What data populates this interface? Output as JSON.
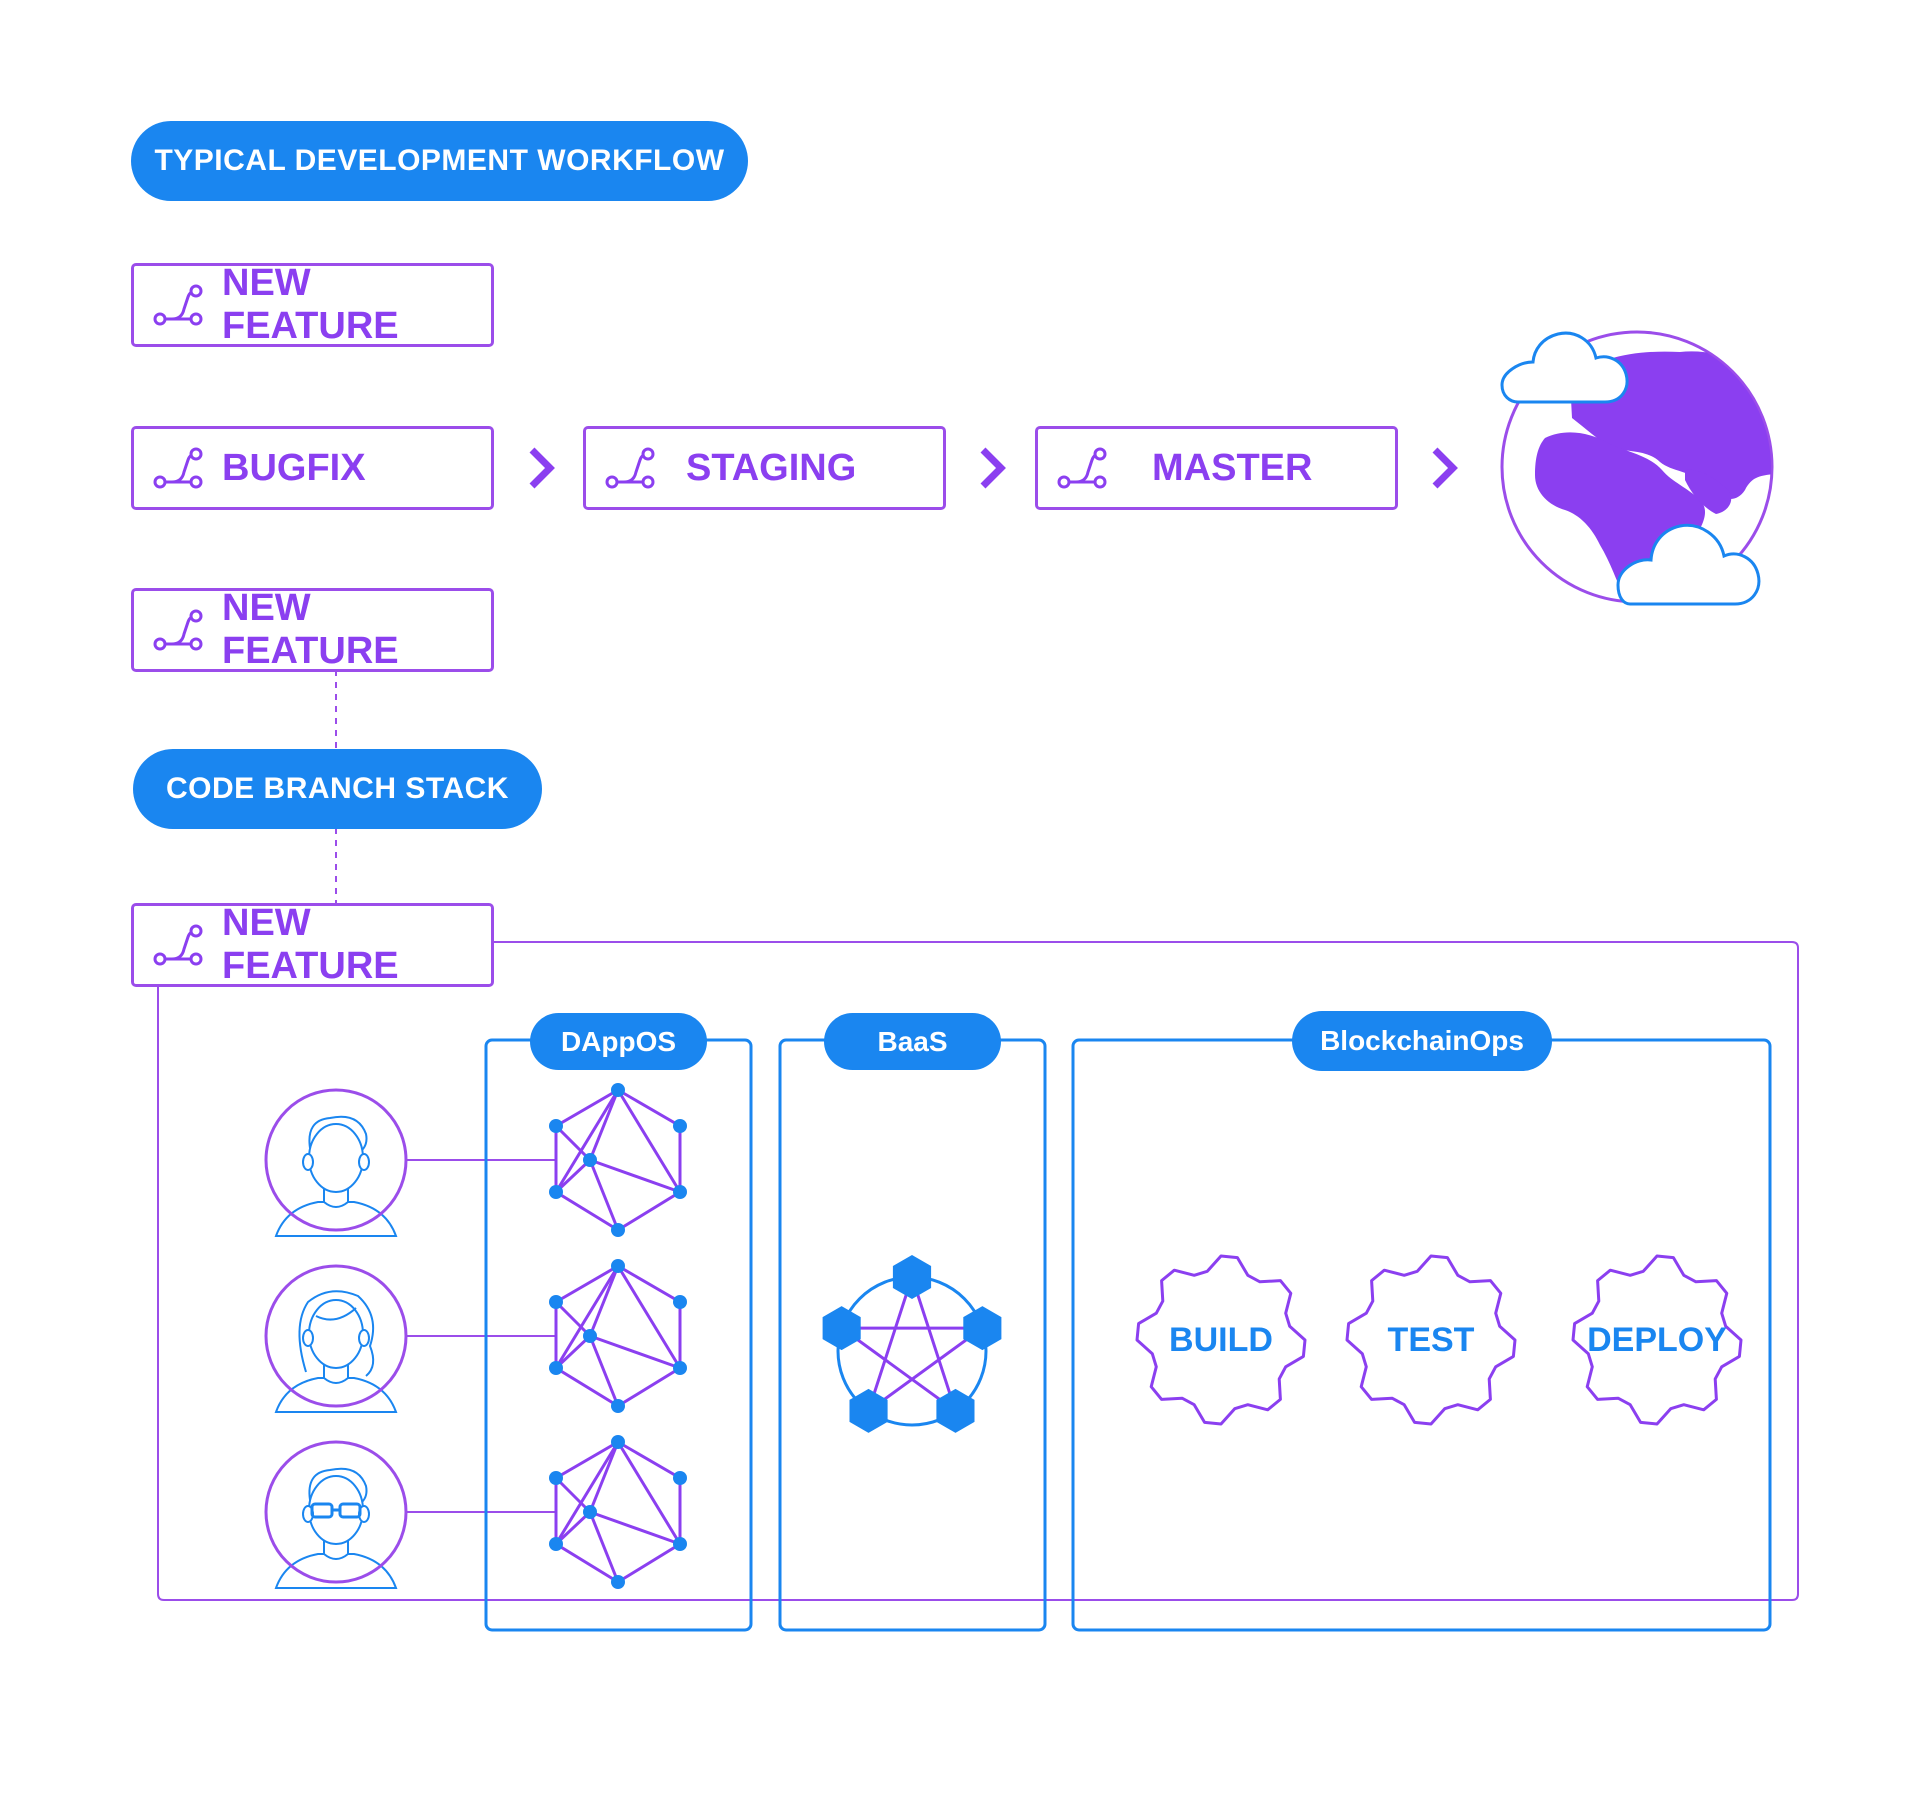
{
  "header": {
    "title": "TYPICAL DEVELOPMENT WORKFLOW"
  },
  "branches": {
    "feature_top": "NEW FEATURE",
    "bugfix": "BUGFIX",
    "staging": "STAGING",
    "master": "MASTER",
    "feature_mid": "NEW FEATURE",
    "feature_bottom": "NEW FEATURE"
  },
  "stack_label": "CODE BRANCH STACK",
  "panels": {
    "dappos": "DAppOS",
    "baas": "BaaS",
    "blockchainops": "BlockchainOps"
  },
  "steps": {
    "build": "BUILD",
    "test": "TEST",
    "deploy": "DEPLOY"
  },
  "icons": {
    "branch": "git-branch-icon",
    "arrow": "chevron-right-icon",
    "globe": "globe-icon",
    "cloud": "cloud-icon",
    "user": "user-avatar-icon",
    "network": "hexagon-network-icon",
    "pentagon": "pentagon-network-icon",
    "gear": "gear-icon"
  },
  "colors": {
    "blue": "#1a86f0",
    "purple": "#8b3ff0",
    "white": "#ffffff"
  }
}
